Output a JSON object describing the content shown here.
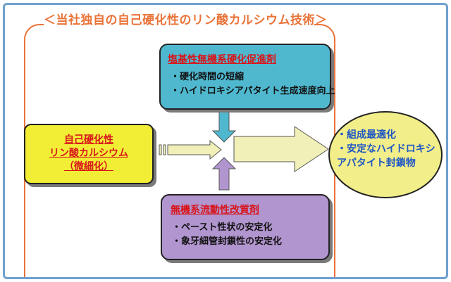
{
  "title": "＜当社独自の自己硬化性のリン酸カルシウム技術＞",
  "top_box": {
    "heading": "塩基性無機系硬化促進剤",
    "items": [
      "・硬化時間の短縮",
      "・ハイドロキシアパタイト生成速度向上"
    ]
  },
  "bottom_box": {
    "heading": "無機系流動性改質剤",
    "items": [
      "・ペースト性状の安定化",
      "・象牙細管封鎖性の安定化"
    ]
  },
  "left_box": {
    "lines": [
      "自己硬化性",
      "リン酸カルシウム",
      "（微細化）"
    ]
  },
  "result": {
    "lines": [
      "・組成最適化",
      "・安定なハイドロキシ",
      "アパタイト封鎖物"
    ]
  },
  "colors": {
    "frame": "#6fa0cf",
    "accent_orange": "#e9743a",
    "top_box": "#4fb8cf",
    "bottom_box": "#b195cf",
    "left_box": "#f2ee36",
    "result_ellipse": "#f2ee8a",
    "arrow_yellow": "#f1f0b8",
    "arrow_blue": "#4fb8cf",
    "arrow_purple": "#b195cf",
    "heading_red": "#d8141a",
    "result_blue": "#1f56c4"
  }
}
